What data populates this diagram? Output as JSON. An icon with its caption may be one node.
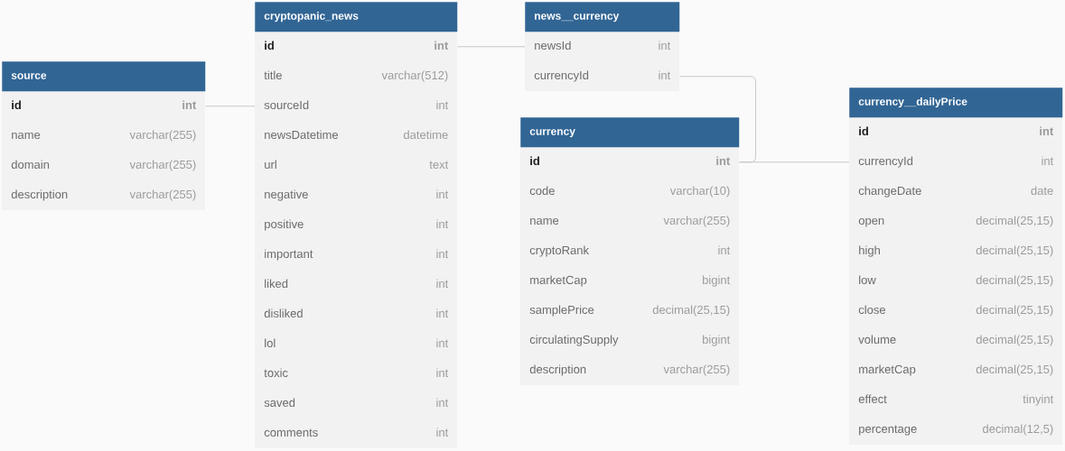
{
  "diagram": {
    "nodes": [
      {
        "text": [
          "source"
        ]
      },
      {
        "text": [
          "id",
          "int"
        ],
        "in": 0
      },
      {
        "text": [
          "name",
          "varchar(255)"
        ],
        "in": 0
      },
      {
        "text": [
          "domain",
          "varchar(255)"
        ],
        "in": 0
      },
      {
        "text": [
          "description",
          "varchar(255)"
        ],
        "in": 0
      },
      {
        "text": [
          "cryptopanic_news"
        ]
      },
      {
        "text": [
          "id",
          "int"
        ],
        "in": 5
      },
      {
        "text": [
          "title",
          "varchar(512)"
        ],
        "in": 5
      },
      {
        "text": [
          "sourceId",
          "int"
        ],
        "in": 5
      },
      {
        "text": [
          "newsDatetime",
          "datetime"
        ],
        "in": 5
      },
      {
        "text": [
          "url",
          "text"
        ],
        "in": 5
      },
      {
        "text": [
          "negative",
          "int"
        ],
        "in": 5
      },
      {
        "text": [
          "positive",
          "int"
        ],
        "in": 5
      },
      {
        "text": [
          "important",
          "int"
        ],
        "in": 5
      },
      {
        "text": [
          "liked",
          "int"
        ],
        "in": 5
      },
      {
        "text": [
          "disliked",
          "int"
        ],
        "in": 5
      },
      {
        "text": [
          "lol",
          "int"
        ],
        "in": 5
      },
      {
        "text": [
          "toxic",
          "int"
        ],
        "in": 5
      },
      {
        "text": [
          "saved",
          "int"
        ],
        "in": 5
      },
      {
        "text": [
          "comments",
          "int"
        ],
        "in": 5
      },
      {
        "text": [
          "news__currency"
        ]
      },
      {
        "text": [
          "newsId",
          "int"
        ],
        "in": 20
      },
      {
        "text": [
          "currencyId",
          "int"
        ],
        "in": 20
      },
      {
        "text": [
          "currency"
        ]
      },
      {
        "text": [
          "id",
          "int"
        ],
        "in": 23
      },
      {
        "text": [
          "code",
          "varchar(10)"
        ],
        "in": 23
      },
      {
        "text": [
          "name",
          "varchar(255)"
        ],
        "in": 23
      },
      {
        "text": [
          "cryptoRank",
          "int"
        ],
        "in": 23
      },
      {
        "text": [
          "marketCap",
          "bigint"
        ],
        "in": 23
      },
      {
        "text": [
          "samplePrice",
          "decimal(25,15)"
        ],
        "in": 23
      },
      {
        "text": [
          "circulatingSupply",
          "bigint"
        ],
        "in": 23
      },
      {
        "text": [
          "description",
          "varchar(255)"
        ],
        "in": 23
      },
      {
        "text": [
          "currency__dailyPrice"
        ]
      },
      {
        "text": [
          "id",
          "int"
        ],
        "in": 32
      },
      {
        "text": [
          "currencyId",
          "int"
        ],
        "in": 32
      },
      {
        "text": [
          "changeDate",
          "date"
        ],
        "in": 32
      },
      {
        "text": [
          "open",
          "decimal(25,15)"
        ],
        "in": 32
      },
      {
        "text": [
          "high",
          "decimal(25,15)"
        ],
        "in": 32
      },
      {
        "text": [
          "low",
          "decimal(25,15)"
        ],
        "in": 32
      },
      {
        "text": [
          "close",
          "decimal(25,15)"
        ],
        "in": 32
      },
      {
        "text": [
          "volume",
          "decimal(25,15)"
        ],
        "in": 32
      },
      {
        "text": [
          "marketCap",
          "decimal(25,15)"
        ],
        "in": 32
      },
      {
        "text": [
          "effect",
          "tinyint"
        ],
        "in": 32
      },
      {
        "text": [
          "percentage",
          "decimal(12,5)"
        ],
        "in": 32
      }
    ],
    "edges": [
      {
        "from": 1,
        "to": 8,
        "arrow": "none"
      },
      {
        "from": 6,
        "to": 21,
        "arrow": "none"
      },
      {
        "from": 22,
        "to": 24,
        "arrow": "none"
      },
      {
        "from": 24,
        "to": 34,
        "arrow": "none"
      }
    ]
  }
}
